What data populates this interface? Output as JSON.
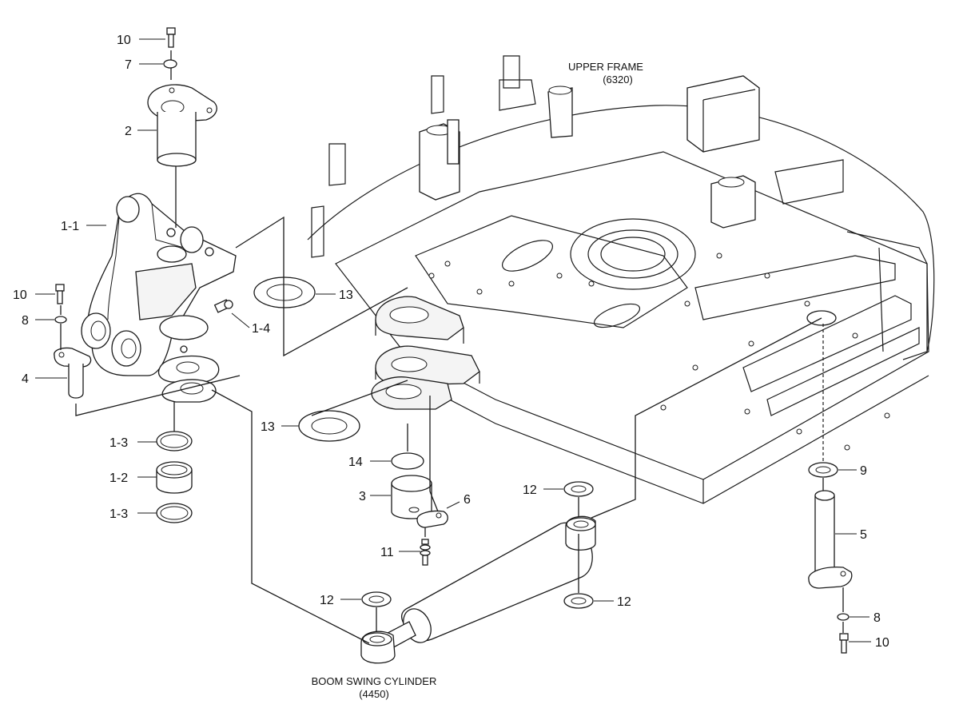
{
  "diagram": {
    "captions": {
      "upper_frame": {
        "name": "UPPER FRAME",
        "code": "(6320)"
      },
      "boom_swing_cylinder": {
        "name": "BOOM SWING CYLINDER",
        "code": "(4450)"
      }
    },
    "callouts": [
      {
        "id": "10-top",
        "text": "10"
      },
      {
        "id": "7",
        "text": "7"
      },
      {
        "id": "2",
        "text": "2"
      },
      {
        "id": "1-1",
        "text": "1-1"
      },
      {
        "id": "10-left",
        "text": "10"
      },
      {
        "id": "8-left",
        "text": "8"
      },
      {
        "id": "4",
        "text": "4"
      },
      {
        "id": "1-4",
        "text": "1-4"
      },
      {
        "id": "13-upper",
        "text": "13"
      },
      {
        "id": "13-lower",
        "text": "13"
      },
      {
        "id": "1-3-upper",
        "text": "1-3"
      },
      {
        "id": "1-2",
        "text": "1-2"
      },
      {
        "id": "1-3-lower",
        "text": "1-3"
      },
      {
        "id": "14",
        "text": "14"
      },
      {
        "id": "3",
        "text": "3"
      },
      {
        "id": "6",
        "text": "6"
      },
      {
        "id": "11",
        "text": "11"
      },
      {
        "id": "12-top",
        "text": "12"
      },
      {
        "id": "12-left",
        "text": "12"
      },
      {
        "id": "12-right",
        "text": "12"
      },
      {
        "id": "9",
        "text": "9"
      },
      {
        "id": "5",
        "text": "5"
      },
      {
        "id": "8-right",
        "text": "8"
      },
      {
        "id": "10-right",
        "text": "10"
      }
    ]
  }
}
